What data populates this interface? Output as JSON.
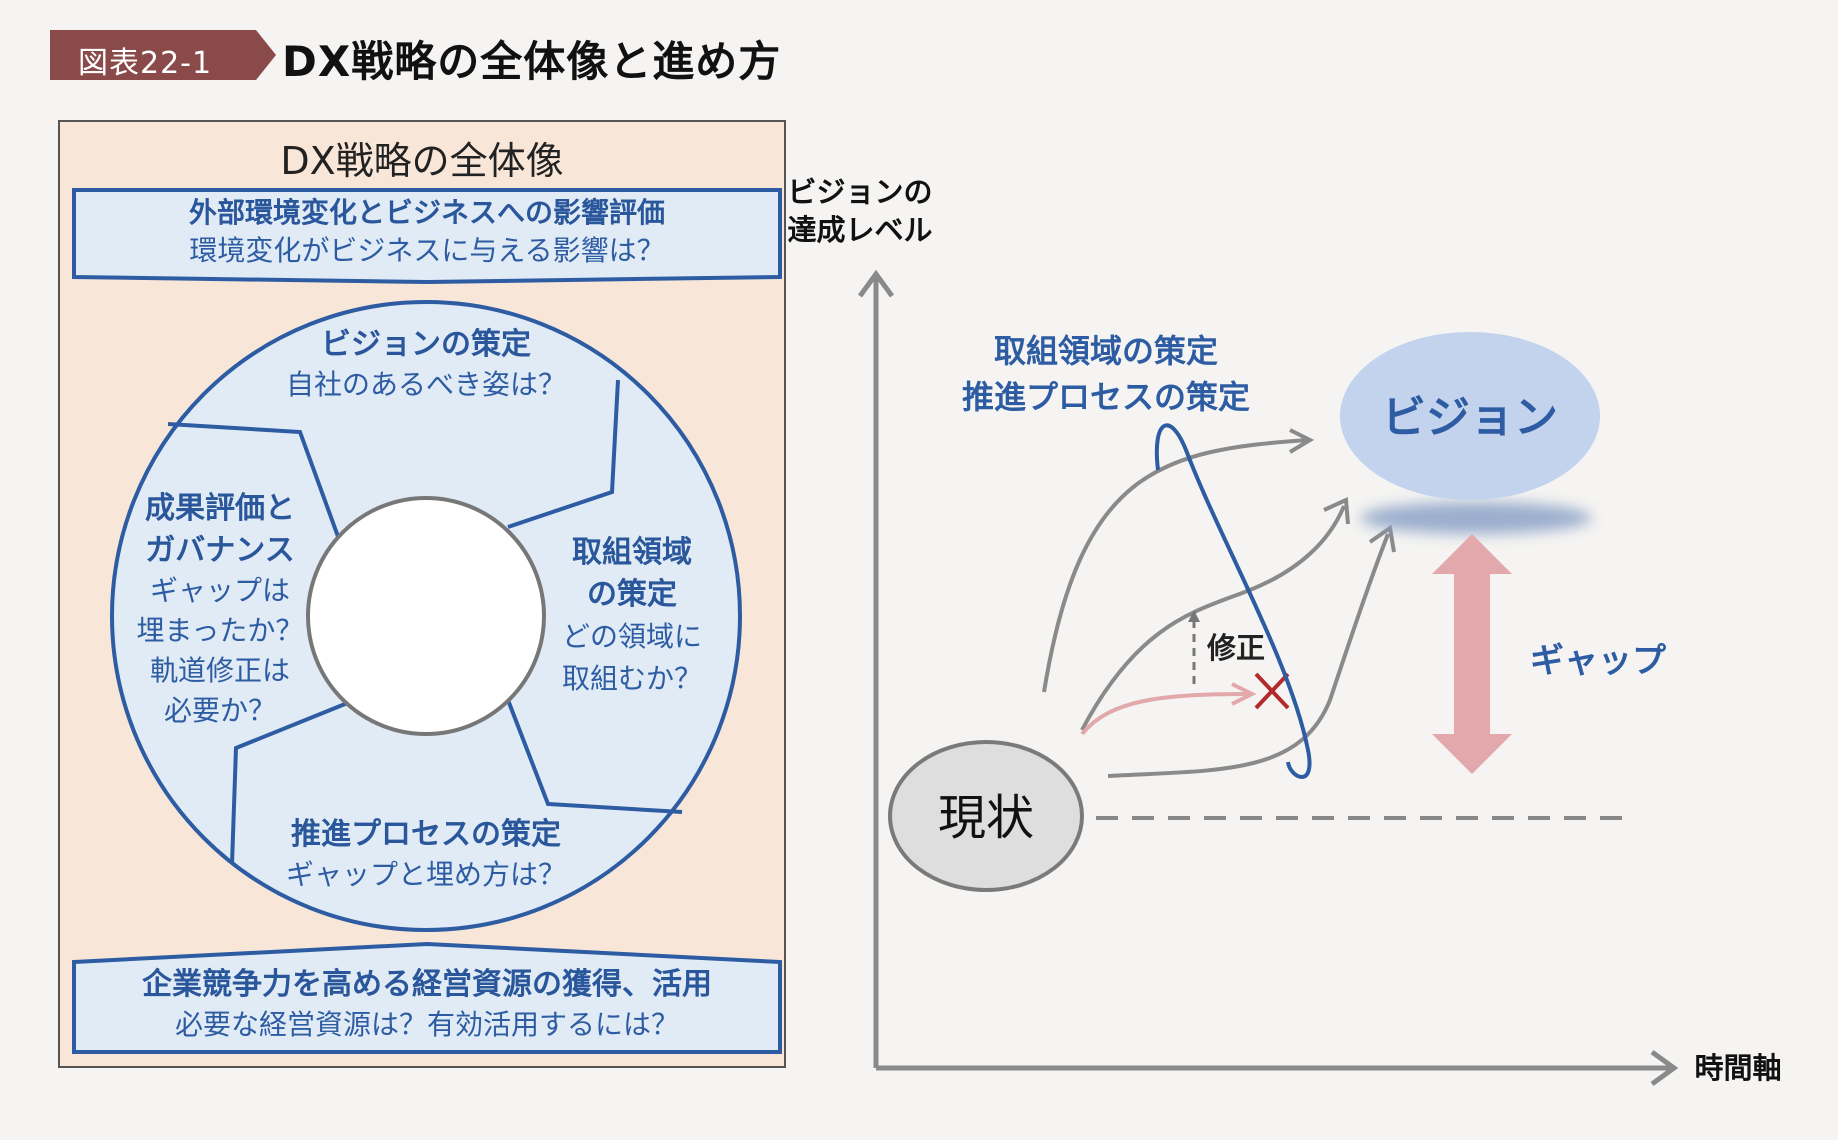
{
  "header": {
    "figure_label": "図表22-1",
    "title": "DX戦略の全体像と進め方"
  },
  "overview": {
    "title": "DX戦略の全体像",
    "top_box": {
      "heading": "外部環境変化とビジネスへの影響評価",
      "question": "環境変化がビジネスに与える影響は？"
    },
    "cycle": {
      "vision": {
        "heading": "ビジョンの策定",
        "question": "自社のあるべき姿は？"
      },
      "domain": {
        "heading_line1": "取組領域",
        "heading_line2": "の策定",
        "question_line1": "どの領域に",
        "question_line2": "取組むか？"
      },
      "process": {
        "heading": "推進プロセスの策定",
        "question": "ギャップと埋め方は？"
      },
      "evaluation": {
        "heading_line1": "成果評価と",
        "heading_line2": "ガバナンス",
        "question_line1": "ギャップは",
        "question_line2": "埋まったか？",
        "question_line3": "軌道修正は",
        "question_line4": "必要か？"
      }
    },
    "bottom_box": {
      "heading": "企業競争力を高める経営資源の獲得、活用",
      "question": "必要な経営資源は？有効活用するには？"
    }
  },
  "progress_diagram": {
    "y_axis_label_line1": "ビジョンの",
    "y_axis_label_line2": "達成レベル",
    "x_axis_label": "時間軸",
    "strategy_label_line1": "取組領域の策定",
    "strategy_label_line2": "推進プロセスの策定",
    "vision_label": "ビジョン",
    "current_label": "現状",
    "correction_label": "修正",
    "gap_label": "ギャップ",
    "colors": {
      "accent_blue": "#2d5ca3",
      "vision_fill": "#c3d3ee",
      "gap_arrow": "#e3a8ab",
      "current_fill": "#dedede",
      "curve_gray": "#8a8a8a",
      "cross_red": "#b22a2a"
    }
  }
}
